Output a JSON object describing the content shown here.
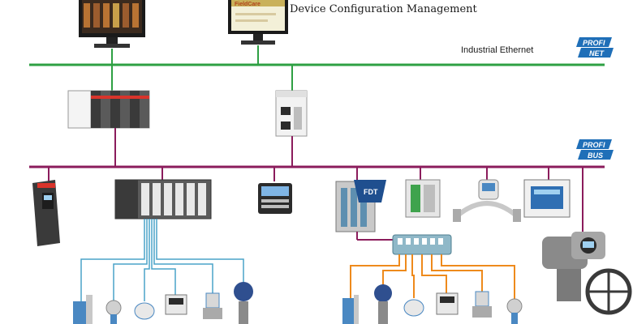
{
  "header": {
    "dcm_label": "Device Configuration Management",
    "workstation_screen_text": "FieldCare"
  },
  "networks": {
    "ethernet_label": "Industrial Ethernet",
    "ethernet_color": "#2ea043",
    "fieldbus_color": "#8b1c5c",
    "fieldbus_line_color": "#8b1c5c"
  },
  "logos": {
    "profinet": {
      "line1": "PROFI",
      "line2": "NET",
      "color": "#1f6fb8"
    },
    "profibus": {
      "line1": "PROFI",
      "line2": "BUS",
      "color": "#1f6fb8"
    }
  },
  "devices": {
    "dtm_gateway_text": "FDT"
  },
  "colors": {
    "hart_lines": "#4aa3c8",
    "pa_lines": "#ee8a1c",
    "device_dark": "#2b2b2b",
    "device_gray": "#c8c8c8",
    "accent_blue": "#2f6fb3"
  }
}
